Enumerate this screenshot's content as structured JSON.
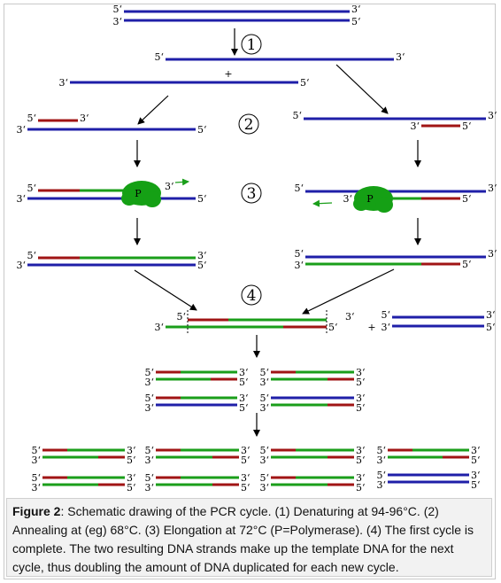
{
  "colors": {
    "template": "#1f1fa8",
    "primer": "#a01414",
    "new_strand": "#1a9e1a",
    "polymerase": "#15a015",
    "arrow": "#000000",
    "caption_bg": "#f2f2f2"
  },
  "end_labels": {
    "five": "5‘",
    "three": "3‘"
  },
  "plus": "+",
  "steps": [
    "1",
    "2",
    "3",
    "4"
  ],
  "polymerase_label": "P",
  "caption": {
    "label": "Figure 2",
    "text": ": Schematic drawing of the PCR cycle. (1) Denaturing at 94-96°C. (2) Annealing at (eg) 68°C. (3) Elongation at 72°C (P=Polymerase). (4) The first cycle is complete. The two resulting DNA strands make up the template DNA for the next cycle, thus doubling the amount of DNA duplicated for each new cycle."
  }
}
